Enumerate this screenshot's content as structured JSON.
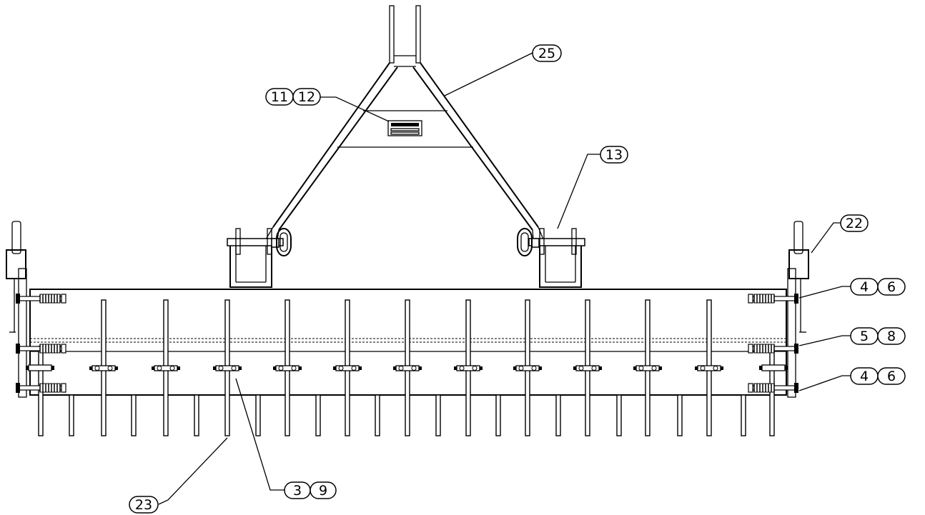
{
  "callouts": {
    "c25": "25",
    "c11": "11",
    "c12": "12",
    "c13": "13",
    "c22": "22",
    "c4a": "4",
    "c6a": "6",
    "c5": "5",
    "c8": "8",
    "c4b": "4",
    "c6b": "6",
    "c23": "23",
    "c3": "3",
    "c9": "9"
  }
}
